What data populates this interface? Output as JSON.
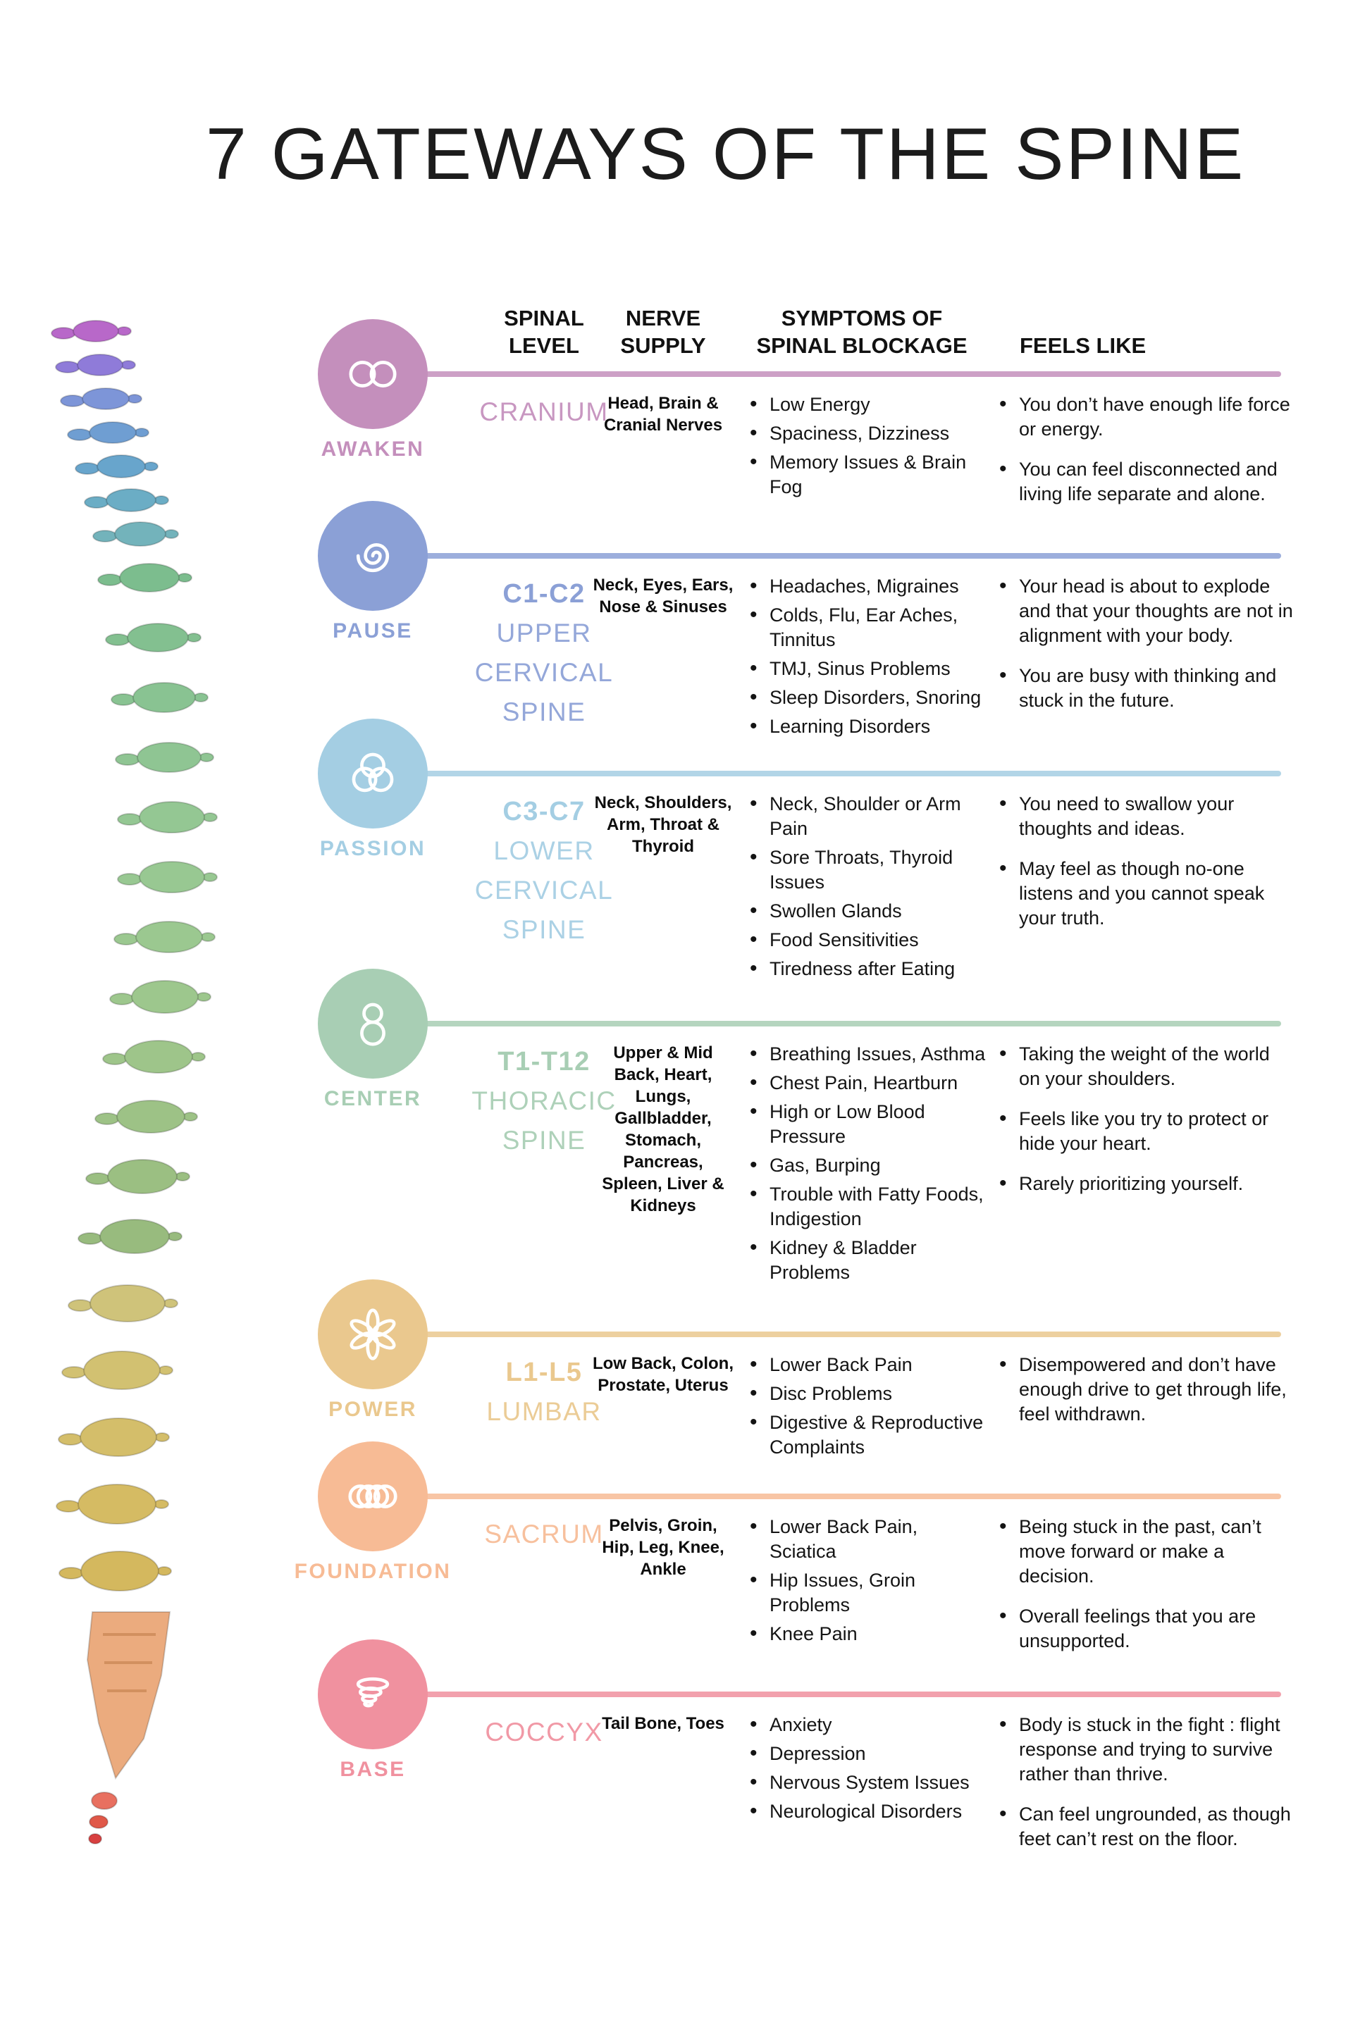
{
  "title": "7 GATEWAYS OF THE SPINE",
  "columns": {
    "spinal_level": "SPINAL LEVEL",
    "nerve_supply": "NERVE SUPPLY",
    "symptoms": "SYMPTOMS OF SPINAL BLOCKAGE",
    "feels_like": "FEELS LIKE"
  },
  "rows": [
    {
      "label": "AWAKEN",
      "icon": "infinity-icon",
      "color": "#c48fbc",
      "level_code": "",
      "level_name": "CRANIUM",
      "nerve_supply": "Head, Brain & Cranial Nerves",
      "symptoms": [
        "Low Energy",
        "Spaciness, Dizziness",
        "Memory Issues & Brain Fog"
      ],
      "feels_like": [
        "You don’t have enough life force or energy.",
        "You can feel disconnected and living life separate and alone."
      ]
    },
    {
      "label": "PAUSE",
      "icon": "spiral-icon",
      "color": "#8ba0d6",
      "level_code": "C1-C2",
      "level_name": "UPPER CERVICAL SPINE",
      "nerve_supply": "Neck, Eyes, Ears, Nose & Sinuses",
      "symptoms": [
        "Headaches, Migraines",
        "Colds, Flu, Ear Aches, Tinnitus",
        "TMJ, Sinus Problems",
        "Sleep Disorders, Snoring",
        "Learning Disorders"
      ],
      "feels_like": [
        "Your head is about to explode and that your thoughts are not in alignment with your body.",
        "You are busy with thinking and stuck in the future."
      ]
    },
    {
      "label": "PASSION",
      "icon": "triquetra-icon",
      "color": "#a4cee3",
      "level_code": "C3-C7",
      "level_name": "LOWER CERVICAL SPINE",
      "nerve_supply": "Neck, Shoulders, Arm, Throat & Thyroid",
      "symptoms": [
        "Neck, Shoulder or Arm Pain",
        "Sore Throats, Thyroid Issues",
        "Swollen Glands",
        "Food Sensitivities",
        "Tiredness after Eating"
      ],
      "feels_like": [
        "You need to swallow your thoughts and ideas.",
        "May feel as though no-one listens and you cannot speak your truth."
      ]
    },
    {
      "label": "CENTER",
      "icon": "figure-eight-icon",
      "color": "#a8ceb4",
      "level_code": "T1-T12",
      "level_name": "THORACIC SPINE",
      "nerve_supply": "Upper & Mid Back, Heart, Lungs, Gallbladder, Stomach, Pancreas, Spleen, Liver & Kidneys",
      "symptoms": [
        "Breathing Issues, Asthma",
        "Chest Pain, Heartburn",
        "High or Low Blood Pressure",
        "Gas, Burping",
        "Trouble with Fatty Foods, Indigestion",
        "Kidney & Bladder Problems"
      ],
      "feels_like": [
        "Taking the weight of the world on your shoulders.",
        "Feels like you try to protect or hide your heart.",
        "Rarely prioritizing yourself."
      ]
    },
    {
      "label": "POWER",
      "icon": "flower-icon",
      "color": "#eac88e",
      "level_code": "L1-L5",
      "level_name": "LUMBAR",
      "nerve_supply": "Low Back, Colon, Prostate, Uterus",
      "symptoms": [
        "Lower Back Pain",
        "Disc Problems",
        "Digestive & Reproductive Complaints"
      ],
      "feels_like": [
        "Disempowered and don’t have enough drive to get through life, feel withdrawn."
      ]
    },
    {
      "label": "FOUNDATION",
      "icon": "rings-icon",
      "color": "#f7bb95",
      "level_code": "",
      "level_name": "SACRUM",
      "nerve_supply": "Pelvis, Groin, Hip, Leg, Knee, Ankle",
      "symptoms": [
        "Lower Back Pain, Sciatica",
        "Hip Issues, Groin Problems",
        "Knee Pain"
      ],
      "feels_like": [
        "Being stuck in the past, can’t move forward or make a decision.",
        "Overall feelings that you are unsupported."
      ]
    },
    {
      "label": "BASE",
      "icon": "tornado-icon",
      "color": "#f0919f",
      "level_code": "",
      "level_name": "COCCYX",
      "nerve_supply": "Tail Bone, Toes",
      "symptoms": [
        "Anxiety",
        "Depression",
        "Nervous System Issues",
        "Neurological Disorders"
      ],
      "feels_like": [
        "Body is stuck in the fight : flight response and trying to survive rather than thrive.",
        "Can feel ungrounded, as though feet can’t rest on the floor."
      ]
    }
  ]
}
